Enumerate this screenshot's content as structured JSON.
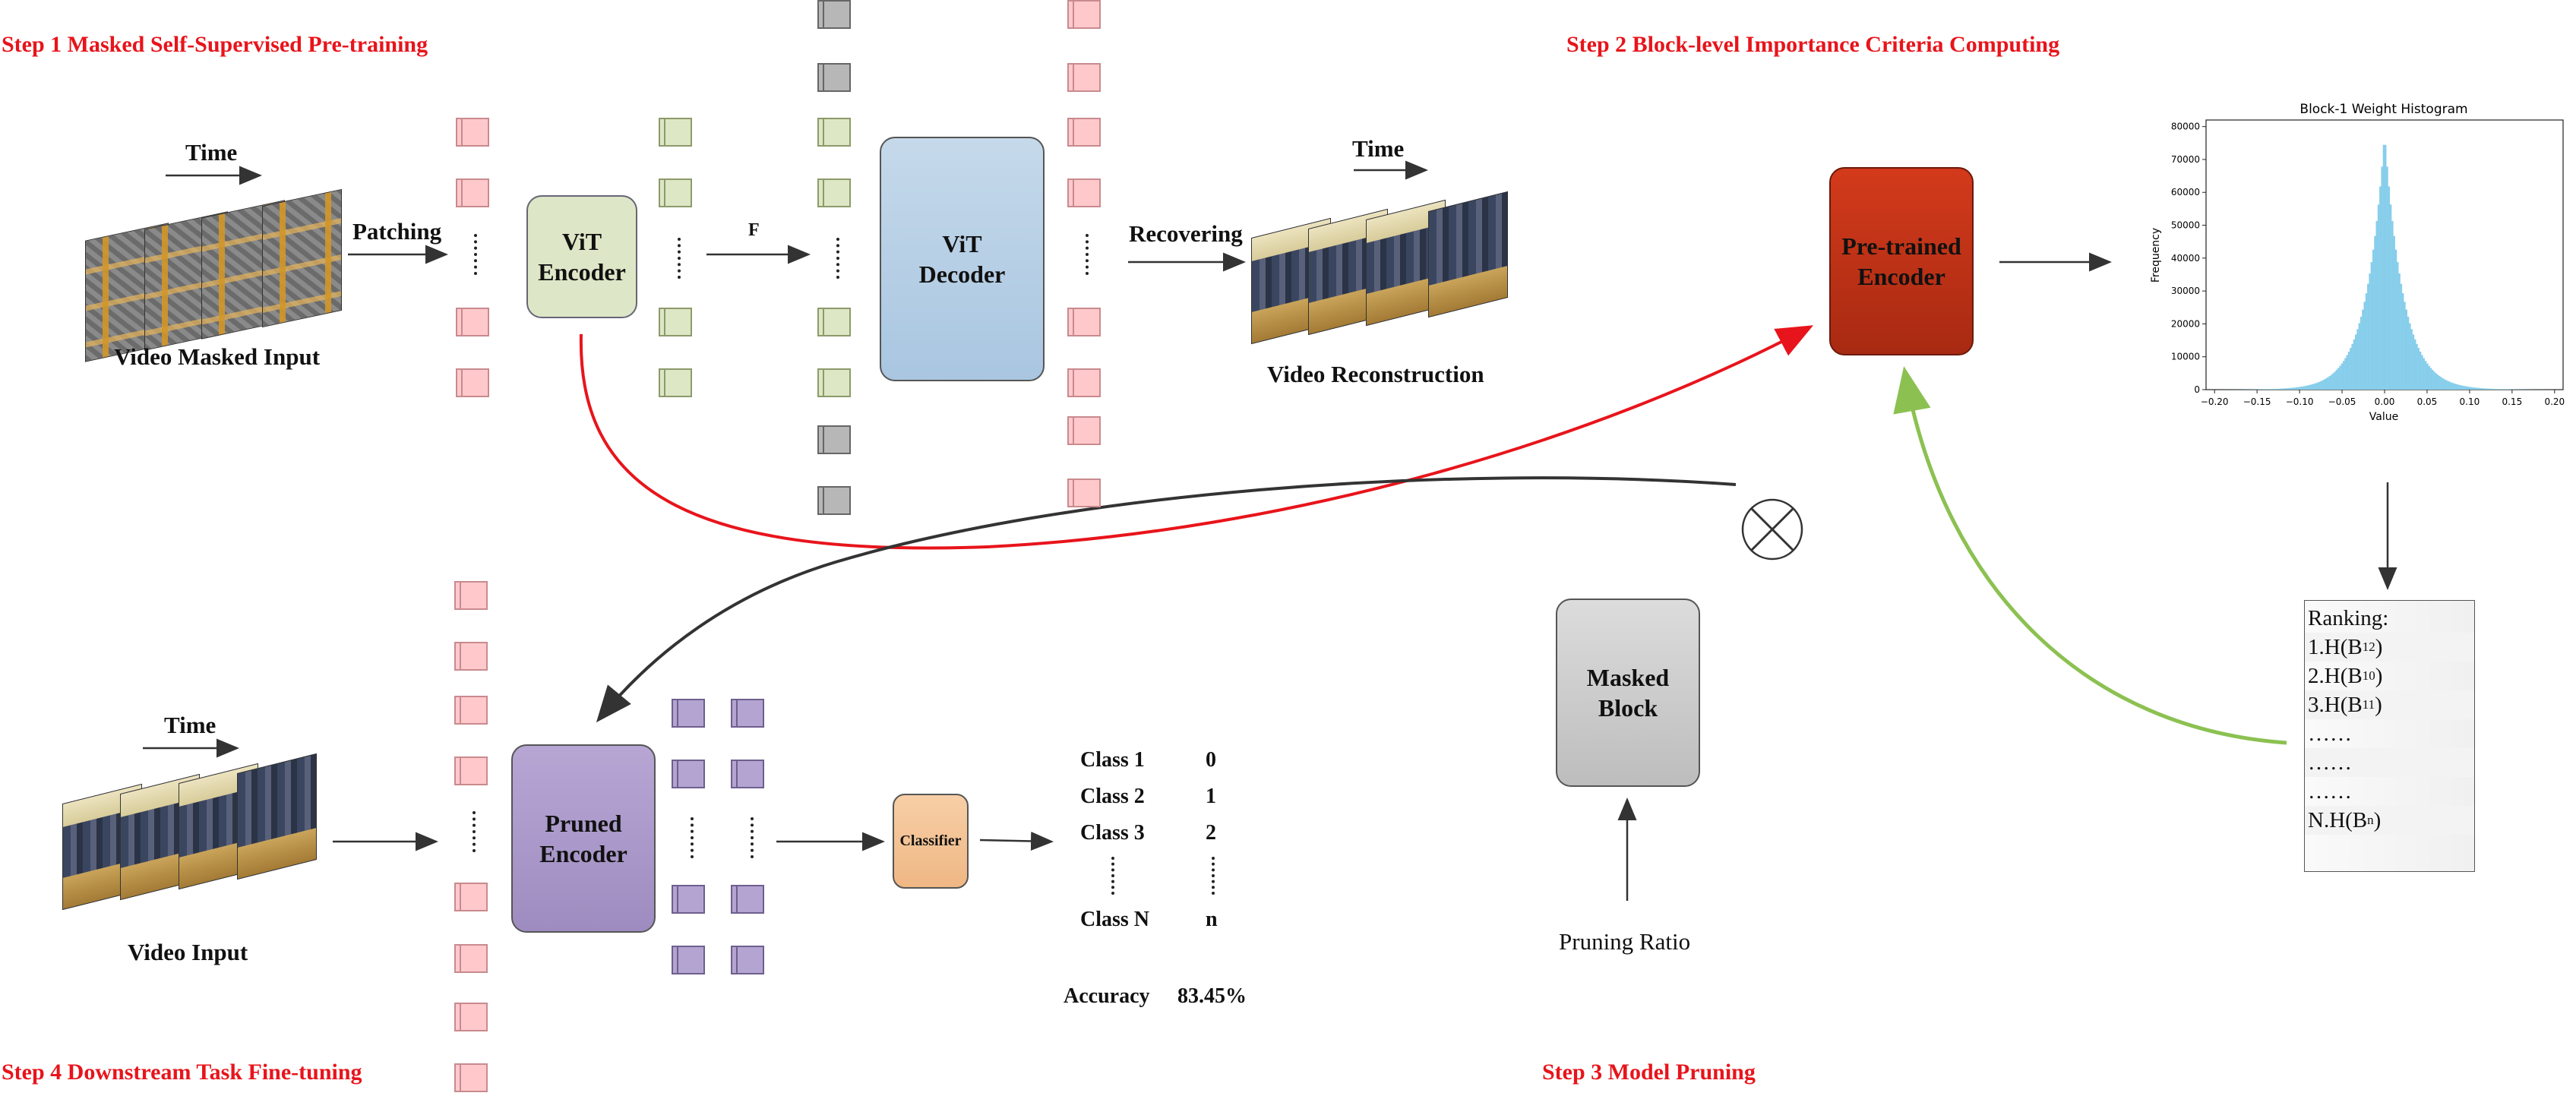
{
  "steps": {
    "step1": "Step 1 Masked Self-Supervised Pre-training",
    "step2": "Step 2 Block-level Importance Criteria Computing",
    "step3": "Step 3 Model Pruning",
    "step4": "Step 4 Downstream Task Fine-tuning"
  },
  "labels": {
    "time": "Time",
    "patching": "Patching",
    "f": "F",
    "recovering": "Recovering",
    "video_masked_input": "Video Masked Input",
    "video_reconstruction": "Video Reconstruction",
    "video_input": "Video Input",
    "pruning_ratio": "Pruning Ratio",
    "accuracy_label": "Accuracy",
    "accuracy_value": "83.45%"
  },
  "blocks": {
    "vit_encoder": "ViT\nEncoder",
    "vit_decoder": "ViT\nDecoder",
    "pretrained_encoder": "Pre-trained\nEncoder",
    "pruned_encoder": "Pruned\nEncoder",
    "classifier": "Classifier",
    "masked_block": "Masked\nBlock"
  },
  "classes": [
    {
      "name": "Class 1",
      "value": "0"
    },
    {
      "name": "Class 2",
      "value": "1"
    },
    {
      "name": "Class 3",
      "value": "2"
    },
    {
      "name": "Class N",
      "value": "n"
    }
  ],
  "ranking": {
    "title": "Ranking:",
    "items": [
      "1.H(B",
      "2.H(B",
      "3.H(B"
    ],
    "subs": [
      "12",
      "10",
      "11"
    ],
    "dots": [
      "……",
      "……",
      "……"
    ],
    "last": "N.H(B",
    "last_sub": "n",
    "last_close": ")"
  },
  "colors": {
    "step": "#e8141b",
    "red_arrow": "#e8141b",
    "green_arrow": "#8cc152",
    "dark_arrow": "#333333",
    "hist_fill": "#87ceeb"
  },
  "chart_data": {
    "type": "bar",
    "title": "Block-1 Weight Histogram",
    "xlabel": "Value",
    "ylabel": "Frequency",
    "xlim": [
      -0.21,
      0.21
    ],
    "ylim": [
      0,
      82000
    ],
    "xticks": [
      "-0.20",
      "-0.15",
      "-0.10",
      "-0.05",
      "0.00",
      "0.05",
      "0.10",
      "0.15",
      "0.20"
    ],
    "yticks": [
      "0",
      "10000",
      "20000",
      "30000",
      "40000",
      "50000",
      "60000",
      "70000",
      "80000"
    ],
    "peak": 78000,
    "center": 0.0,
    "scale": 0.022
  }
}
